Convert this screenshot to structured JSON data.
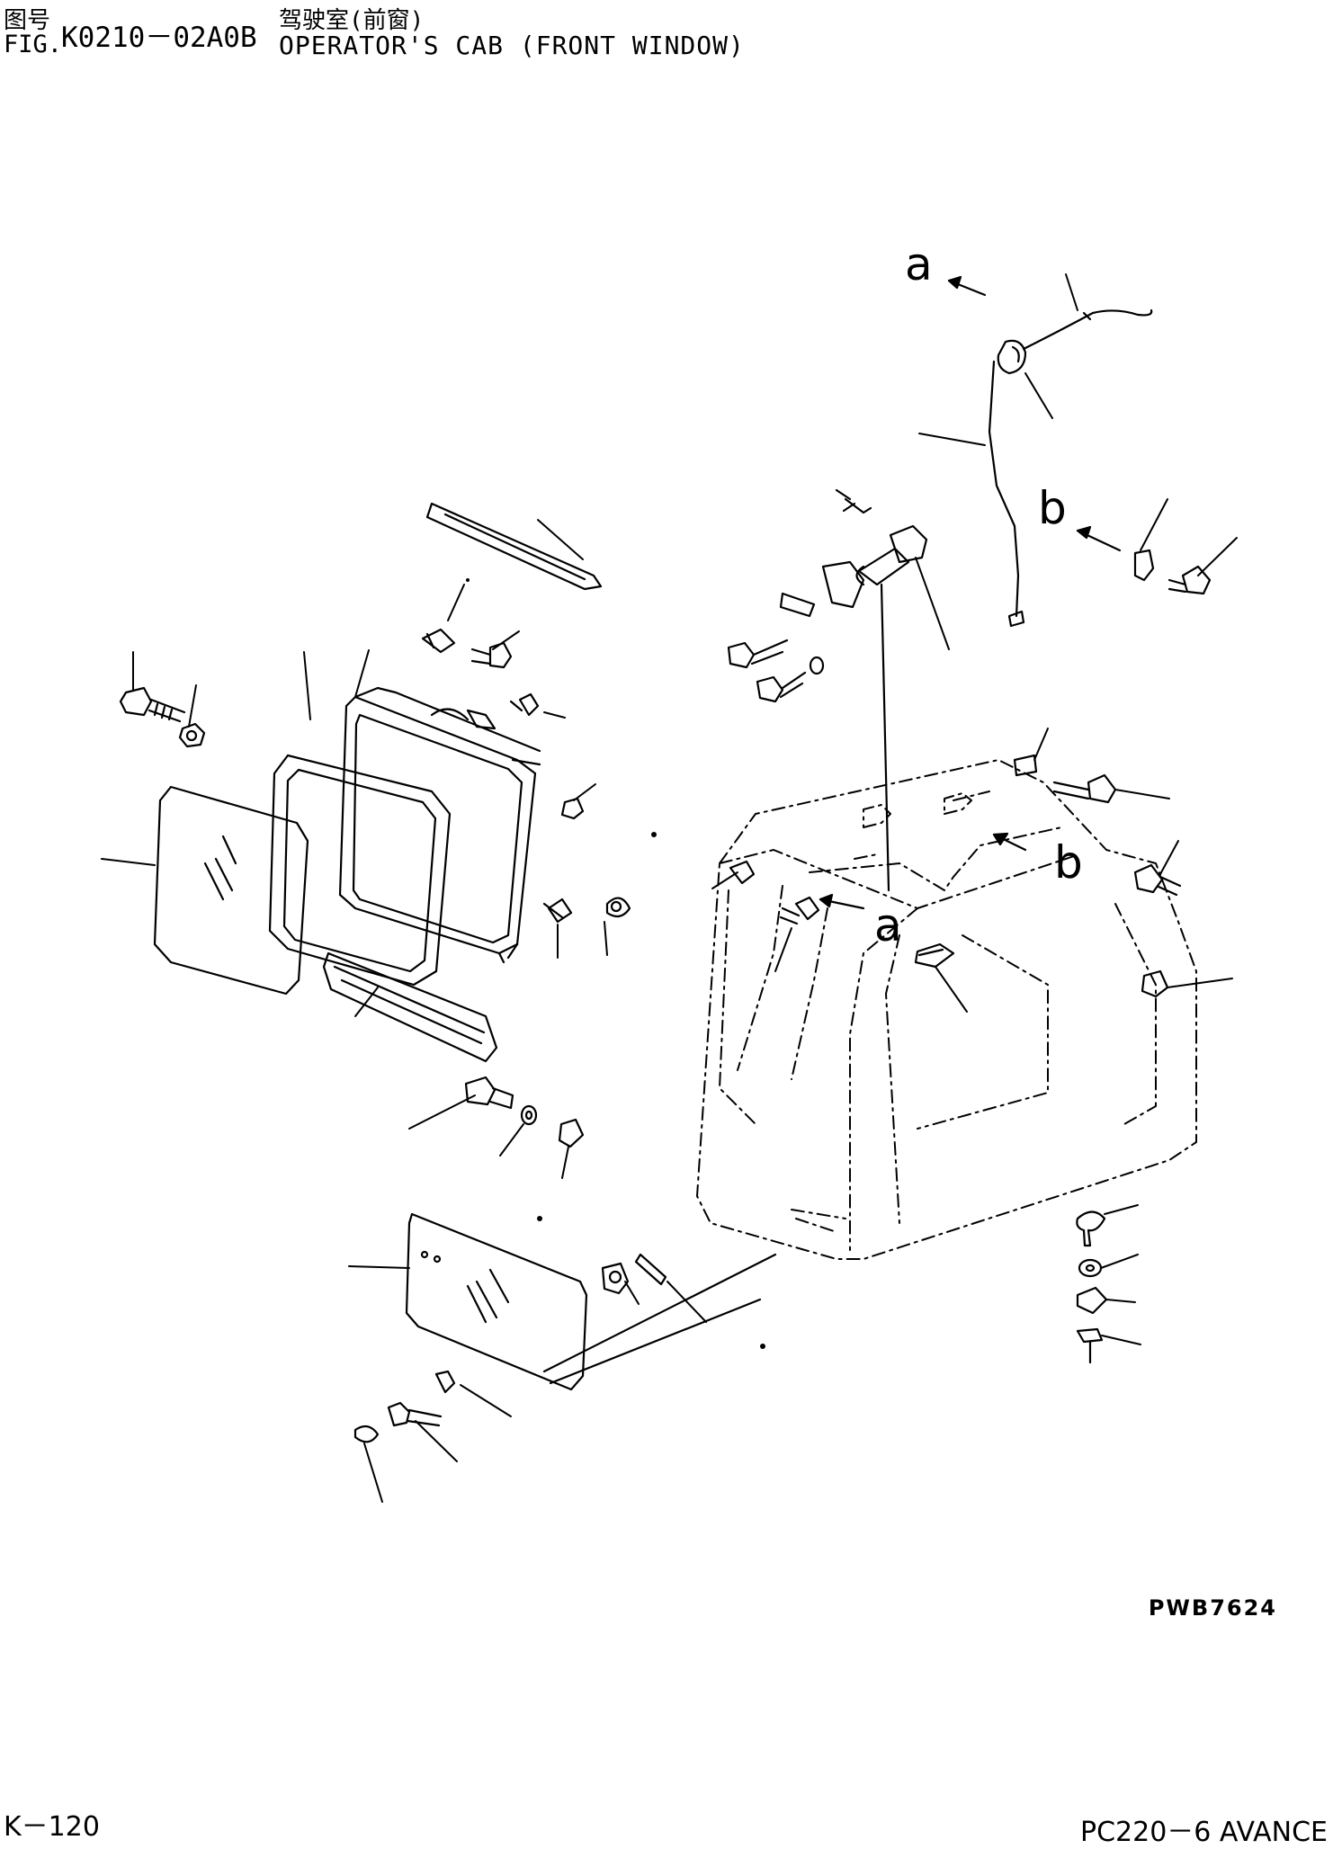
{
  "header": {
    "fig_label_cn": "图号",
    "fig_label": "FIG.",
    "fig_code": "K0210－02A0B",
    "title_cn": "驾驶室(前窗)",
    "title": "OPERATOR'S CAB (FRONT WINDOW)"
  },
  "callouts": {
    "a_top": "a",
    "b_top": "b",
    "a_cab": "a",
    "b_cab": "b"
  },
  "footer": {
    "drawing_ref": "PWB7624",
    "page": "K－120",
    "model": "PC220－6 AVANCE"
  }
}
